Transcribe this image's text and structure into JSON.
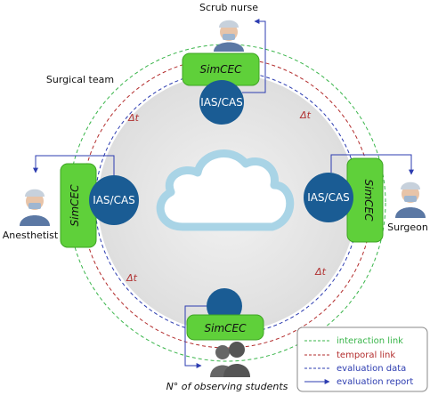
{
  "labels": {
    "scrub_nurse": "Scrub nurse",
    "surgical_team": "Surgical team",
    "anesthetist": "Anesthetist",
    "surgeon": "Surgeon",
    "observers": "N° of observing students"
  },
  "nodes": {
    "ias_cas": "IAS/CAS",
    "simcec": "SimCEC",
    "delta_t": "Δt"
  },
  "legend": [
    {
      "label": "interaction link",
      "color": "#39b54a",
      "style": "dashed"
    },
    {
      "label": "temporal link",
      "color": "#b32d2d",
      "style": "dashed"
    },
    {
      "label": "evaluation data",
      "color": "#2c3cb0",
      "style": "dashed"
    },
    {
      "label": "evaluation report",
      "color": "#2c3cb0",
      "style": "arrow"
    }
  ],
  "colors": {
    "green_box": "#5fd03a",
    "green_stroke": "#3ea523",
    "node_blue": "#1a5c94",
    "interaction": "#39b54a",
    "temporal": "#b32d2d",
    "evaluation": "#2c3cb0",
    "cloud_stroke": "#a9d4e6"
  }
}
